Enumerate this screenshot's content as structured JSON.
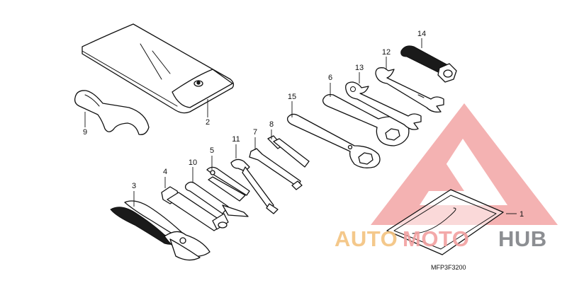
{
  "diagram": {
    "drawing_code": "MFP3F3200",
    "callouts": [
      {
        "id": "c1",
        "label": "1",
        "part": "tool bag plate"
      },
      {
        "id": "c2",
        "label": "2",
        "part": "tool bag"
      },
      {
        "id": "c3",
        "label": "3",
        "part": "pliers"
      },
      {
        "id": "c4",
        "label": "4",
        "part": "socket wrench"
      },
      {
        "id": "c5",
        "label": "5",
        "part": "screwdriver"
      },
      {
        "id": "c6",
        "label": "6",
        "part": "open end wrench"
      },
      {
        "id": "c7",
        "label": "7",
        "part": "hex wrench"
      },
      {
        "id": "c8",
        "label": "8",
        "part": "hex wrench"
      },
      {
        "id": "c9",
        "label": "9",
        "part": "pin spanner"
      },
      {
        "id": "c10",
        "label": "10",
        "part": "handle bar"
      },
      {
        "id": "c11",
        "label": "11",
        "part": "screwdriver tip"
      },
      {
        "id": "c12",
        "label": "12",
        "part": "open end wrench"
      },
      {
        "id": "c13",
        "label": "13",
        "part": "open end wrench"
      },
      {
        "id": "c14",
        "label": "14",
        "part": "screwdriver grip"
      },
      {
        "id": "c15",
        "label": "15",
        "part": "box wrench"
      }
    ]
  },
  "watermark": {
    "text_auto": "AUTO",
    "text_moto": "MOTO",
    "text_hub": "HUB",
    "colors": {
      "auto": "#f3c27e",
      "moto": "#f2a0a0",
      "hub": "#7f8286",
      "triangle": "#f3a5a5"
    }
  }
}
